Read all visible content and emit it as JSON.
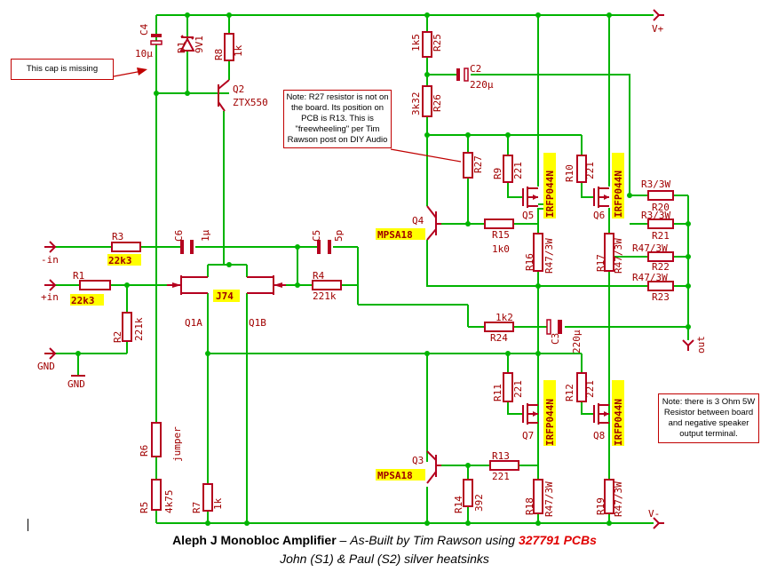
{
  "notes": {
    "missing_cap": "This cap is missing",
    "r27": "Note: R27 resistor is not on the board.  Its position on PCB is R13.  This is \"freewheeling\" per Tim Rawson post on DIY Audio",
    "resistor_3ohm": "Note: there is 3 Ohm 5W Resistor between board and negative speaker output terminal."
  },
  "caption": {
    "title_bold": "Aleph J Monobloc Amplifier",
    "title_dash": " – ",
    "title_italic": "As-Built by Tim Rawson using ",
    "title_red": "327791 PCBs",
    "subtitle": "John (S1) & Paul (S2) silver heatsinks"
  },
  "terminals": {
    "vplus": "V+",
    "vminus": "V-",
    "in_minus": "-in",
    "in_plus": "+in",
    "gnd": "GND",
    "gnd2": "GND",
    "out": "out"
  },
  "components": {
    "C4": "C4",
    "C4_val": "10µ",
    "D1": "D1",
    "D1_val": "9V1",
    "R8": "R8",
    "R8_val": "1k",
    "Q2": "Q2",
    "Q2_val": "ZTX550",
    "R25": "R25",
    "R25_val": "1k5",
    "C2": "C2",
    "C2_val": "220µ",
    "R26": "R26",
    "R26_val": "3k32",
    "R27": "R27",
    "R9": "R9",
    "R9_val": "221",
    "R10": "R10",
    "R10_val": "221",
    "Q5": "Q5",
    "Q5_val": "IRFP044N",
    "Q6": "Q6",
    "Q6_val": "IRFP044N",
    "R20": "R20",
    "R20_val": "R3/3W",
    "R21": "R21",
    "R21_val": "R3/3W",
    "R22": "R22",
    "R22_val": "R47/3W",
    "R23": "R23",
    "R23_val": "R47/3W",
    "Q4": "Q4",
    "Q4_val": "MPSA18",
    "R15": "R15",
    "R15_val": "1k0",
    "R16": "R16",
    "R16_val": "R47/3W",
    "R17": "R17",
    "R17_val": "R47/3W",
    "R3": "R3",
    "R3_val": "22k3",
    "C6": "C6",
    "C6_val": "1µ",
    "C5": "C5",
    "C5_val": "5p",
    "R1": "R1",
    "R1_val": "22k3",
    "J74": "J74",
    "R4": "R4",
    "R4_val": "221k",
    "Q1A": "Q1A",
    "Q1B": "Q1B",
    "R2": "R2",
    "R2_val": "221k",
    "R24": "R24",
    "R24_val": "1k2",
    "C3": "C3",
    "C3_val": "220µ",
    "R11": "R11",
    "R11_val": "221",
    "R12": "R12",
    "R12_val": "221",
    "Q7": "Q7",
    "Q7_val": "IRFP044N",
    "Q8": "Q8",
    "Q8_val": "IRFP044N",
    "R6": "R6",
    "R6_val": "jumper",
    "R5": "R5",
    "R5_val": "4k75",
    "R7": "R7",
    "R7_val": "1k",
    "Q3": "Q3",
    "Q3_val": "MPSA18",
    "R13": "R13",
    "R13_val": "221",
    "R14": "R14",
    "R14_val": "392",
    "R18": "R18",
    "R18_val": "R47/3W",
    "R19": "R19",
    "R19_val": "R47/3W"
  },
  "colors": {
    "wire": "#00b400",
    "component": "#b4001e",
    "highlight": "#ffff00",
    "note_border": "#c00000",
    "caption_red": "#e00000"
  }
}
